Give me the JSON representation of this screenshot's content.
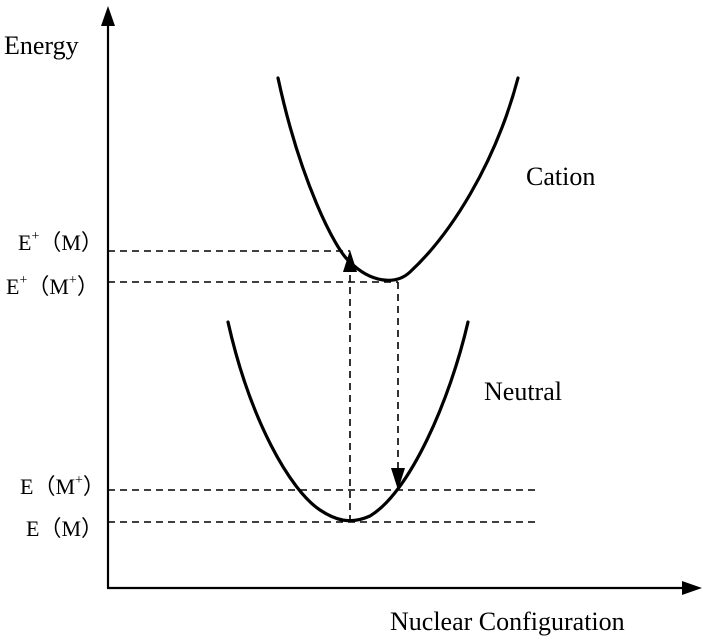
{
  "axes": {
    "y_label": "Energy",
    "x_label": "Nuclear Configuration"
  },
  "curves": {
    "cation": "Cation",
    "neutral": "Neutral"
  },
  "levels": {
    "e_plus_m": {
      "main": "E",
      "sup": "+",
      "arg": "（M）"
    },
    "e_plus_m_plus": {
      "main": "E",
      "sup": "+",
      "arg_open": "（M",
      "arg_sup": "+",
      "arg_close": "）"
    },
    "e_m_plus": {
      "main": "E",
      "arg_open": "（M",
      "arg_sup": "+",
      "arg_close": "）"
    },
    "e_m": {
      "main": "E",
      "arg": "（M）"
    }
  }
}
